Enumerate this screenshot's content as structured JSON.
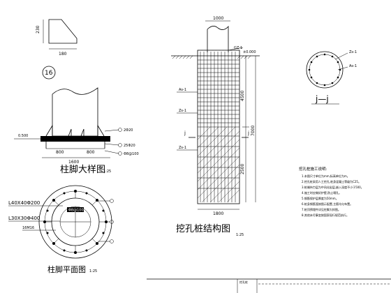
{
  "detail16": {
    "dim_height": "230",
    "dim_width": "180",
    "number": "16"
  },
  "column_base_detail": {
    "elev_left": "0.500",
    "callouts": [
      "2Φ20",
      "25Φ20",
      "Φ8@100"
    ],
    "dims": [
      "800",
      "800"
    ],
    "overall": "1600",
    "title": "柱脚大样图",
    "scale": "1:25"
  },
  "column_base_plan": {
    "labels": [
      "L40X40Φ200",
      "L30X30Φ400",
      "16M16"
    ],
    "hatch_label": "Φ8@100",
    "title": "柱脚平面图",
    "scale": "1:25"
  },
  "pile_structure": {
    "top_dim": "1000",
    "top_mark": "GZ-1",
    "elevation": "±0.000",
    "left_labels": [
      "As-1",
      "Zs-1",
      "Zs-1"
    ],
    "section_mark": "j",
    "dim_upper": "4500",
    "dim_total": "7000",
    "dim_lower": "2500",
    "bottom_dim": "1800",
    "title": "挖孔桩结构图",
    "scale": "1:25"
  },
  "section_jj": {
    "labels": [
      "Zs-1",
      "As-1"
    ],
    "title": "j—j"
  },
  "notes": {
    "heading": "挖孔桩施工说明:",
    "lines": [
      "1.本图尺寸单位为mm,标高单位为m。",
      "2.挖孔桩采用人工挖孔,桩身混凝土等级为C25。",
      "3.桩端持力层为中风化岩层,嵌入深度不小于500。",
      "4.施工时应做好护壁,防止塌孔。",
      "5.钢筋保护层厚度为50mm。",
      "6.桩身钢筋笼按图示配置,主筋均匀布置。",
      "7.桩顶预埋件详见柱脚大样图。",
      "8.其他未尽事宜按国家现行规范执行。"
    ]
  },
  "title_block": {
    "cell": "挖孔桩"
  }
}
